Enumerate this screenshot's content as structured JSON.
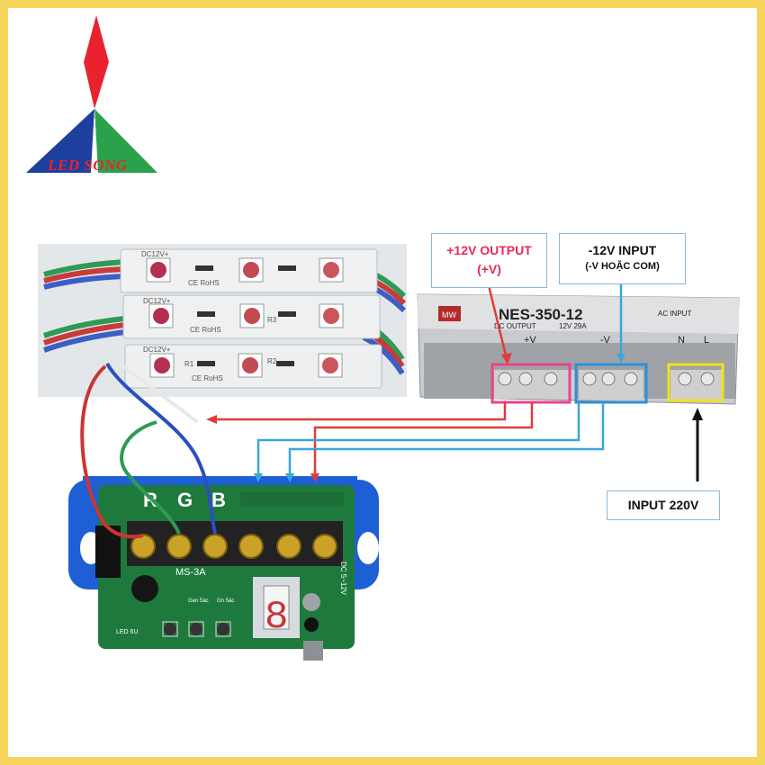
{
  "logo": {
    "text": "LED SONG"
  },
  "labels": {
    "plus_output_line1": "+12V OUTPUT",
    "plus_output_line2": "(+V)",
    "minus_input_line1": "-12V INPUT",
    "minus_input_line2": "(-V HOẶC COM)",
    "input_220": "INPUT 220V"
  },
  "led_module": {
    "voltage_label": "DC12V+",
    "ce_label": "CE RoHS",
    "resistor_labels": [
      "R1",
      "R2",
      "R3"
    ]
  },
  "power_supply": {
    "brand": "MW",
    "model": "NES-350-12",
    "dc_output_label": "DC OUTPUT",
    "spec": "12V  29A",
    "terminal_plus": "+V",
    "terminal_minus": "-V",
    "terminal_n": "N",
    "terminal_l": "L",
    "ac_input_label": "AC INPUT"
  },
  "controller": {
    "channel_labels": [
      "R",
      "G",
      "B"
    ],
    "model": "MS-3A",
    "voltage_text": "DC 5~12V",
    "led_label": "LED 6U",
    "button_labels": [
      "Gen 5ác",
      "Gn 5ác"
    ],
    "digit": "8"
  },
  "colors": {
    "border": "#f6d55c",
    "plus_wire": "#e33b3b",
    "minus_wire": "#3aa6dc",
    "plus_box": "#e8458b",
    "minus_box": "#2f8fd8",
    "input_box": "#f2e21c",
    "board_blue": "#1f5fd6",
    "pcb_green": "#1e7a3c"
  }
}
